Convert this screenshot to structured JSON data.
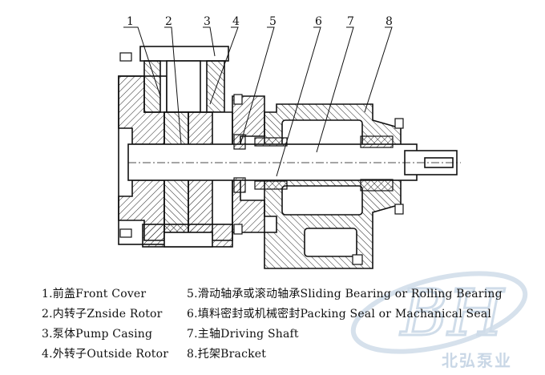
{
  "callouts": [
    "1",
    "2",
    "3",
    "4",
    "5",
    "6",
    "7",
    "8"
  ],
  "legend": [
    "1.前盖Front Cover",
    "2.内转子Znside Rotor",
    "3.泵体Pump Casing",
    "4.外转子Outside Rotor",
    "5.滑动轴承或滚动轴承Sliding Bearing or Rolling Bearing",
    "6.填料密封或机械密封Packing Seal or Machanical Seal",
    "7.主轴Driving Shaft",
    "8.托架Bracket"
  ],
  "watermark": {
    "logo_letters": "BH",
    "company": "北弘泵业"
  }
}
